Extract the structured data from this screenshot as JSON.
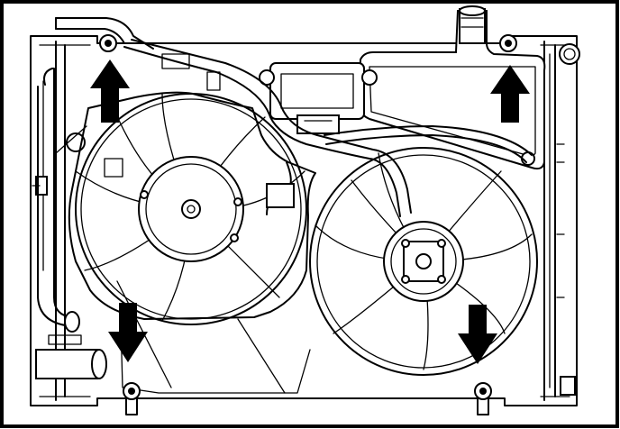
{
  "figure": {
    "subject": "radiator-fan-assembly",
    "arrows": [
      {
        "id": "upper-left",
        "direction": "up"
      },
      {
        "id": "upper-right",
        "direction": "up"
      },
      {
        "id": "lower-left",
        "direction": "down"
      },
      {
        "id": "lower-right",
        "direction": "down"
      }
    ],
    "colors": {
      "line": "#000000",
      "background": "#ffffff"
    }
  }
}
